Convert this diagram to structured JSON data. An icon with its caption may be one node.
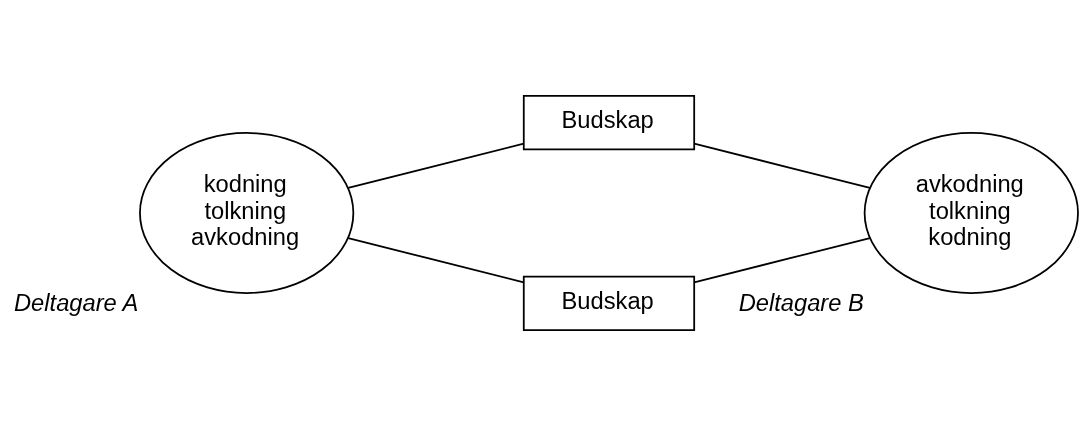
{
  "diagram": {
    "nodes": [
      {
        "text": [
          "Budskap"
        ]
      },
      {
        "text": [
          "kodning tolkning avkodning"
        ],
        "beside": [
          "Deltagare A"
        ]
      },
      {
        "text": [
          "avkodning tolkning kodning"
        ],
        "beside": [
          "Deltagare B"
        ]
      },
      {
        "text": [
          "Budskap"
        ]
      }
    ],
    "edges": [
      {
        "from": 1,
        "to": 0,
        "arrow": "none"
      },
      {
        "from": 0,
        "to": 2,
        "arrow": "none"
      },
      {
        "from": 1,
        "to": 3,
        "arrow": "none"
      },
      {
        "from": 3,
        "to": 2,
        "arrow": "none"
      }
    ]
  }
}
